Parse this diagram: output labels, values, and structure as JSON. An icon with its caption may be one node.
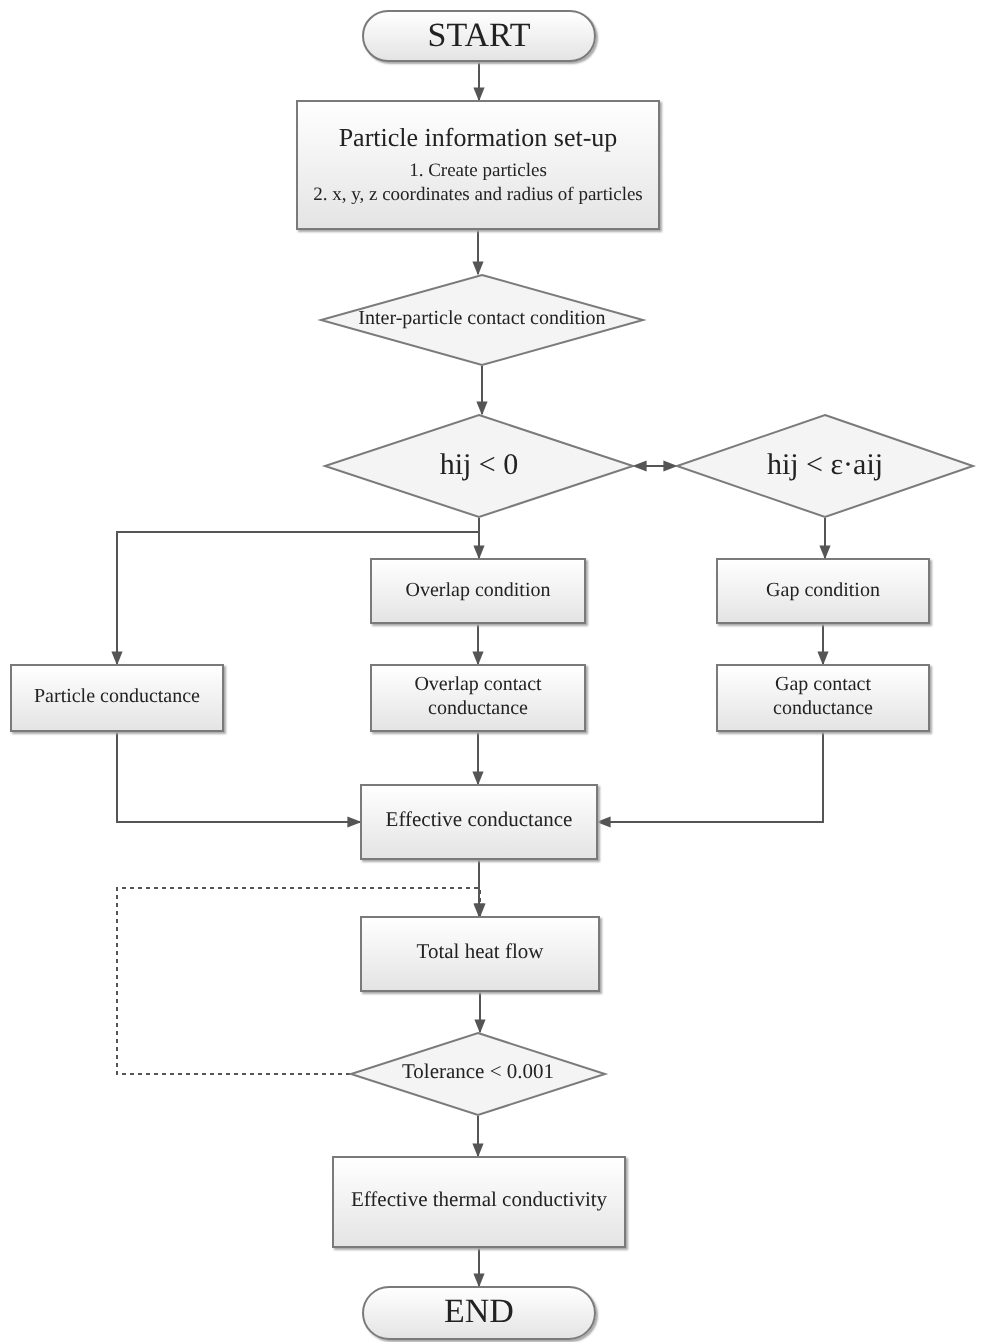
{
  "diagram": {
    "nodes": [
      {
        "text": [
          "START"
        ]
      },
      {
        "text": [
          "Particle information set-up",
          "1. Create particles",
          "2.  x, y, z coordinates and radius of particles"
        ]
      },
      {
        "text": [
          "Inter-particle contact condition"
        ]
      },
      {
        "text": [
          "hij < 0"
        ]
      },
      {
        "text": [
          "hij < ε·aij"
        ]
      },
      {
        "text": [
          "Overlap condition"
        ]
      },
      {
        "text": [
          "Gap condition"
        ]
      },
      {
        "text": [
          "Particle conductance"
        ]
      },
      {
        "text": [
          "Overlap contact conductance"
        ]
      },
      {
        "text": [
          "Gap contact conductance"
        ]
      },
      {
        "text": [
          "Effective conductance"
        ]
      },
      {
        "text": [
          "Total heat flow"
        ]
      },
      {
        "text": [
          "Tolerance < 0.001"
        ]
      },
      {
        "text": [
          "Effective thermal conductivity"
        ]
      },
      {
        "text": [
          "END"
        ]
      }
    ],
    "edges": [
      {
        "from": 0,
        "to": 1,
        "arrow": "to"
      },
      {
        "from": 1,
        "to": 2,
        "arrow": "to"
      },
      {
        "from": 2,
        "to": 3,
        "arrow": "to"
      },
      {
        "from": 3,
        "to": 4,
        "arrow": "both"
      },
      {
        "from": 3,
        "to": 5,
        "arrow": "to"
      },
      {
        "from": 3,
        "to": 7,
        "arrow": "to"
      },
      {
        "from": 4,
        "to": 6,
        "arrow": "to"
      },
      {
        "from": 5,
        "to": 8,
        "arrow": "to"
      },
      {
        "from": 6,
        "to": 9,
        "arrow": "to"
      },
      {
        "from": 7,
        "to": 10,
        "arrow": "to"
      },
      {
        "from": 8,
        "to": 10,
        "arrow": "to"
      },
      {
        "from": 9,
        "to": 10,
        "arrow": "to"
      },
      {
        "from": 10,
        "to": 11,
        "arrow": "to"
      },
      {
        "from": 12,
        "to": 11,
        "arrow": "to",
        "style": "dashed"
      },
      {
        "from": 11,
        "to": 12,
        "arrow": "to"
      },
      {
        "from": 12,
        "to": 13,
        "arrow": "to"
      },
      {
        "from": 13,
        "to": 14,
        "arrow": "to"
      }
    ]
  }
}
